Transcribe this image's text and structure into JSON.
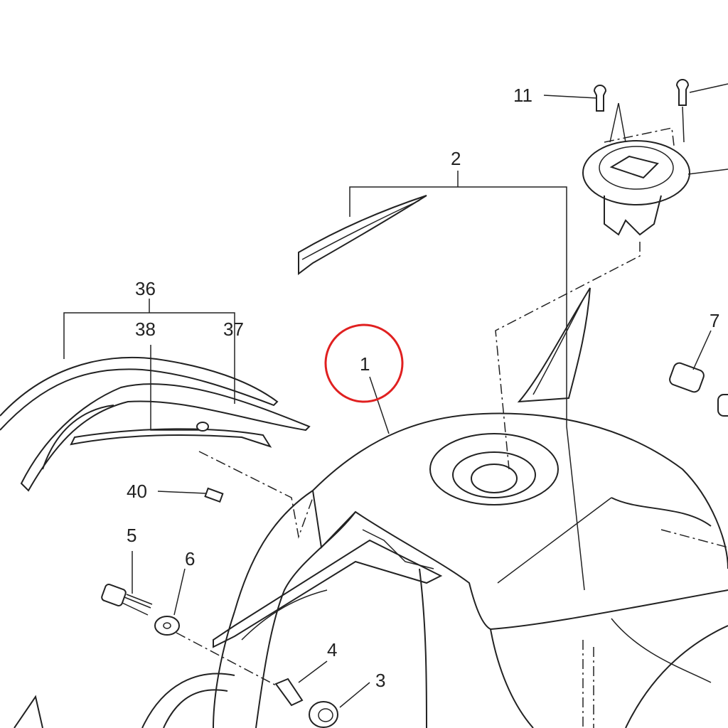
{
  "diagram": {
    "callouts": [
      "1",
      "2",
      "3",
      "4",
      "5",
      "6",
      "7",
      "11",
      "36",
      "37",
      "38",
      "40"
    ],
    "highlighted_callout": "1",
    "highlight_color": "#e02020"
  }
}
